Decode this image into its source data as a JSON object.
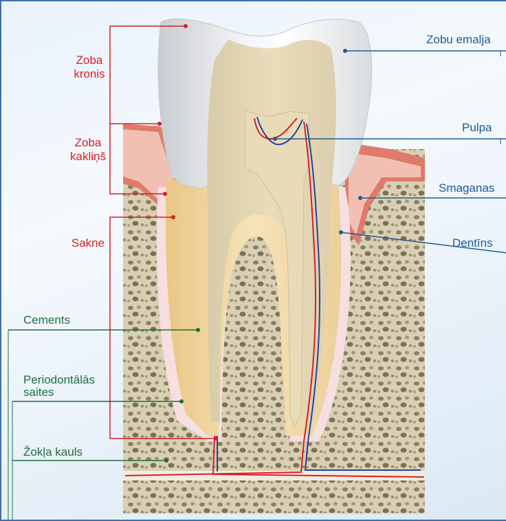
{
  "labels_left_red": {
    "crown": "Zoba\nkronis",
    "neck": "Zoba\nkakliņš",
    "root": "Sakne"
  },
  "labels_left_green": {
    "cementum": "Cements",
    "periodontal": "Periodontālās\nsaites",
    "jawbone": "Žokļa kauls"
  },
  "labels_right_blue": {
    "enamel": "Zobu emalja",
    "pulp": "Pulpa",
    "gums": "Smaganas",
    "dentin": "Dentīns"
  },
  "colors": {
    "red_label": "#d81f26",
    "green_label": "#1f6e3a",
    "blue_label": "#1f5a94",
    "frame_border": "#3f6fa7"
  }
}
